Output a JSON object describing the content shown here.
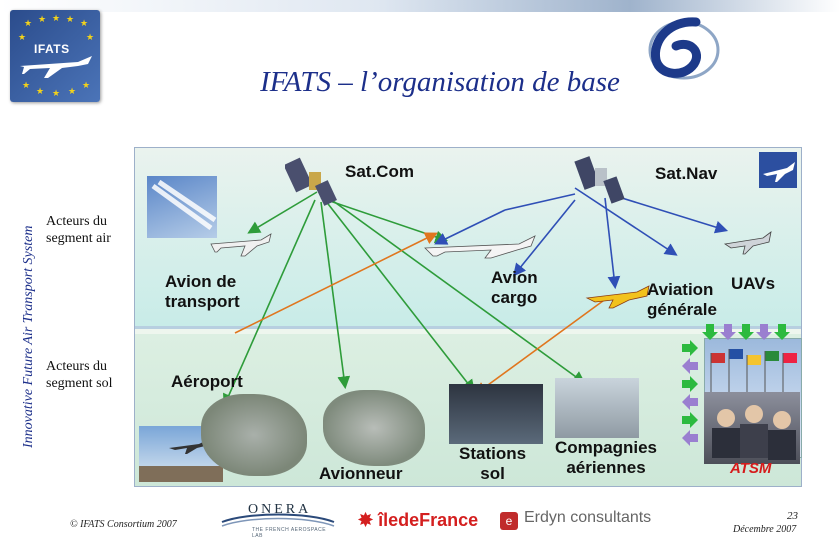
{
  "header": {
    "title": "IFATS – l’organisation de base",
    "side_title": "Innovative Future Air Transport System",
    "logo_text": "IFATS"
  },
  "diagram": {
    "labels": {
      "satcom": "Sat.Com",
      "satnav": "Sat.Nav",
      "avion_transport": "Avion de\ntransport",
      "avion_cargo": "Avion\ncargo",
      "aviation_generale": "Aviation\ngénérale",
      "uavs": "UAVs",
      "aeroport": "Aéroport",
      "stations_sol": "Stations\nsol",
      "compagnies": "Compagnies\naériennes",
      "avionneur": "Avionneur",
      "atsm": "ATSM"
    },
    "side_labels": {
      "air": "Acteurs du\nsegment air",
      "sol": "Acteurs du\nsegment sol"
    },
    "colors": {
      "link_green": "#2e9c3a",
      "link_blue": "#2f4fb6",
      "link_orange": "#e0761e",
      "arrow_green": "#2cba3f",
      "arrow_purple": "#9a7fd0",
      "atsm_red": "#d51b1b"
    }
  },
  "footer": {
    "copyright": "© IFATS Consortium 2007",
    "page_number": "23",
    "date": "Décembre 2007",
    "partners": {
      "onera": "ONERA",
      "onera_tagline": "THE FRENCH AEROSPACE LAB",
      "iledefrance": "îledeFrance",
      "erdyn": "Erdyn consultants"
    }
  }
}
